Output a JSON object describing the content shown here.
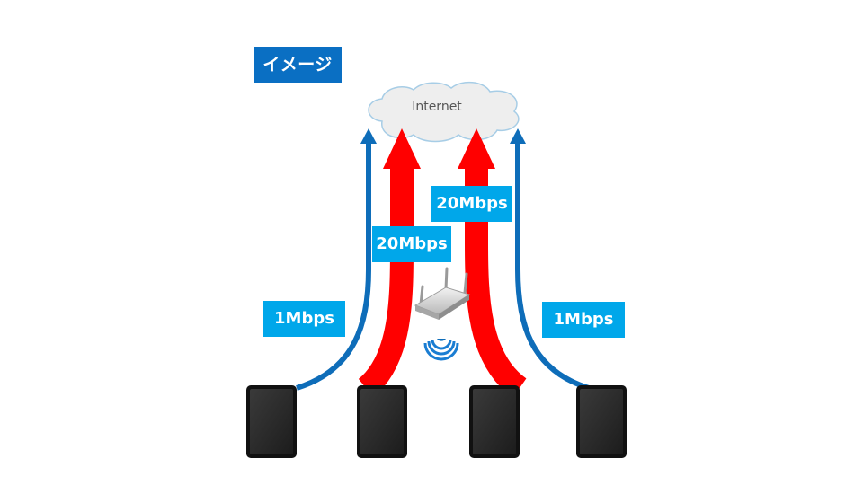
{
  "title": "イメージ",
  "cloud_label": "Internet",
  "speed_labels": [
    "1Mbps",
    "20Mbps",
    "20Mbps",
    "1Mbps"
  ],
  "colors": {
    "badge": "#0a6fc3",
    "label": "#00a7ea",
    "thin_arrow": "#0e6db9",
    "thick_arrow": "#ff0000",
    "tablet": "#2c2c2c"
  },
  "icons": {
    "router": "router-icon",
    "wifi": "wifi-icon",
    "cloud": "cloud-icon",
    "tablet": "tablet-icon"
  }
}
